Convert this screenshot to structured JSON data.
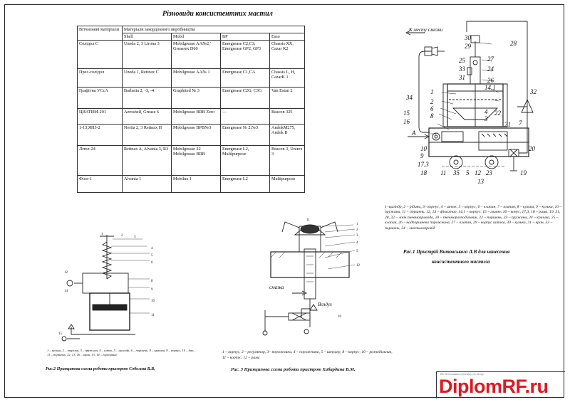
{
  "table": {
    "title": "Різновиди консистентних мастил",
    "header": {
      "col1": "Вітчизняні матеріали",
      "group": "Матеріали закордонного виробництва",
      "brands": [
        "Shell",
        "Mobil",
        "BP",
        "Esso"
      ]
    },
    "rows": [
      {
        "name": "Солідол С",
        "shell": "Uneda 2, 3 Lirona 3",
        "mobil": "Mobilgrease AA№2,' Greasrex D60",
        "bp": "Energrease C2,C3; Energrease GP2, GP3",
        "esso": "Chassis XX, Cazar K2"
      },
      {
        "name": "Прес-солідол",
        "shell": "Uneda 1, Retinax C",
        "mobil": "Mobilgrease AA№ 1",
        "bp": "Energrease C1,CA",
        "esso": "Chassis L, H, CazarK 1"
      },
      {
        "name": "Графітна УСсА",
        "shell": "Barbatia 2, -3, -4",
        "mobil": "Graphited № 3",
        "bp": "Energrease C2G, C3G",
        "esso": "Van Estan 2"
      },
      {
        "name": "ЦИАТИМ-201",
        "shell": "Aeroshell, Grease 6",
        "mobil": "Mobilgrease BRB Zero",
        "bp": "—",
        "esso": "Beacon 325"
      },
      {
        "name": "1-13,ЯНЗ-2",
        "shell": "Nerita 2, 3 Retinax H",
        "mobil": "Mobilgrease BPB№3",
        "bp": "Energrease № 2,№3",
        "esso": "AndokM275, Andok B"
      },
      {
        "name": "Літол-24",
        "shell": "Retinax A, Alvania 3, R3",
        "mobil": "Mobilgrease 22 Mobilgrease BRB",
        "bp": "Energrease L2, Multipurpose",
        "esso": "Beacon 3, Unirex 3"
      },
      {
        "name": "Фіол-1",
        "shell": "Alvania 1",
        "mobil": "Mobilux 1",
        "bp": "Energrease L2",
        "esso": "Multipurpose"
      }
    ]
  },
  "fig1": {
    "top_label": "К месту смазки",
    "caption": "1–циліндр, 2 – рідина, 3– корпус, 4 – шток, 5 – корпус, 6 – клапан, 7 – клапан, 8 – кулька, 9 – кулька, 10 – пружина, 11 – поршень, 12, 13 – фіксатор, 14,1 – корпус, 15 – гвинт, 16 – конус, 17,3, 18 – рама, 19, 21, 28, 32 – лінія пневмопривода, 20 – пневморозподільник, 22 – поршень, 23 – пружина, 24 – кришка, 25 – клапан, 26 – надпоршнева порожнина, 27 – клапан, 29 – корпус штока, 30 – кулька, 31 – кран, 33 – поршень, 34 – мастилопровід",
    "title_line1": "Рис.1 Пристрій Витовського Л.В для нанесення",
    "title_line2": "консистентного мастила",
    "arrow_label": "А",
    "numbers_left": [
      "34",
      "1",
      "2",
      "6",
      "8",
      "15",
      "16",
      "10",
      "9",
      "17.3",
      "18"
    ],
    "numbers_top": [
      "30",
      "29",
      "25",
      "33",
      "31",
      "27",
      "24",
      "26",
      "14.1",
      "4",
      "3",
      "22",
      "21",
      "7",
      "20",
      "19",
      "32",
      "28"
    ],
    "numbers_bottom": [
      "11",
      "35",
      "5",
      "12",
      "23",
      "13"
    ]
  },
  "fig2": {
    "caption": "1 – кулька, 2 – тарілка, 3 – пружина, 4 – шток, 5 – циліндр, 6 – поршень, 8 – кришка, 9 – корпус, 10 – бак, 11 – поршень, 12, 13, 16 – кран, 13, 14 – горловина",
    "title": "Рис.2 Принципова схема роботи пристрою Соболєва В.В."
  },
  "fig3": {
    "label_smazka": "смазка",
    "label_air": "Воздух",
    "caption": "1 – корпус, 2 – регулятор, 3– порожнина, 4 – порожнина, 5 – штуцер, 8 – корпус, 10 – розподільник, 11 – корпус, 12 – рама",
    "title": "Рис. 3 Принципова схема роботи пристрою Хабардина В.М."
  },
  "stamp": {
    "note": "Во дипломных проекту по тему",
    "brand": "DiplomRF",
    "brand_tld": ".ru"
  },
  "colors": {
    "brand": "#e01820",
    "line": "#222222"
  }
}
